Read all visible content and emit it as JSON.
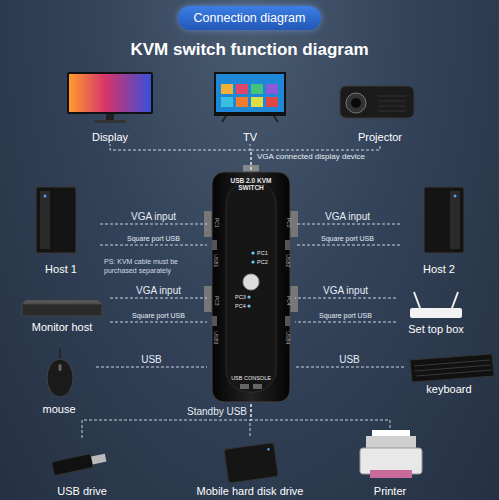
{
  "diagram": {
    "title": "KVM switch function diagram",
    "nodes": [
      {
        "text": [
          "Connection diagram"
        ]
      },
      {
        "text": [
          "Display"
        ]
      },
      {
        "text": [
          "TV"
        ]
      },
      {
        "text": [
          "Projector"
        ]
      },
      {
        "text": [
          "USB 2.0 KVM SWITCH",
          "PC1",
          "PC2",
          "PC3",
          "PC4",
          "USB CONSOLE",
          "PC1",
          "USB1",
          "PC3",
          "USB3",
          "PC2",
          "USB2",
          "PC4",
          "USB4"
        ]
      },
      {
        "text": [
          "Host 1"
        ]
      },
      {
        "text": [
          "Host 2"
        ]
      },
      {
        "text": [
          "Monitor host"
        ]
      },
      {
        "text": [
          "Set top box"
        ]
      },
      {
        "text": [
          "mouse"
        ]
      },
      {
        "text": [
          "keyboard"
        ]
      },
      {
        "text": [
          "USB drive"
        ]
      },
      {
        "text": [
          "Mobile hard disk drive"
        ]
      },
      {
        "text": [
          "Printer"
        ]
      }
    ],
    "edges": [
      {
        "from": 4,
        "to": 1,
        "arrow": "none"
      },
      {
        "from": 4,
        "to": 2,
        "label": "VGA connected display device",
        "arrow": "none"
      },
      {
        "from": 4,
        "to": 3,
        "arrow": "none"
      },
      {
        "from": 5,
        "to": 4,
        "label": "VGA input",
        "arrow": "none"
      },
      {
        "from": 5,
        "to": 4,
        "label": "Square port USB",
        "arrow": "none"
      },
      {
        "from": 6,
        "to": 4,
        "label": "VGA input",
        "arrow": "none"
      },
      {
        "from": 6,
        "to": 4,
        "label": "Square port USB",
        "arrow": "none"
      },
      {
        "from": 7,
        "to": 4,
        "label": "VGA input",
        "arrow": "none"
      },
      {
        "from": 7,
        "to": 4,
        "label": "Square port USB",
        "arrow": "none"
      },
      {
        "from": 8,
        "to": 4,
        "label": "VGA input",
        "arrow": "none"
      },
      {
        "from": 8,
        "to": 4,
        "label": "Square port USB",
        "arrow": "none"
      },
      {
        "from": 9,
        "to": 4,
        "label": "USB",
        "arrow": "none"
      },
      {
        "from": 10,
        "to": 4,
        "label": "USB",
        "arrow": "none"
      },
      {
        "from": 4,
        "to": 11,
        "arrow": "none"
      },
      {
        "from": 4,
        "to": 12,
        "label": "Standby USB",
        "arrow": "none"
      },
      {
        "from": 4,
        "to": 13,
        "arrow": "none"
      }
    ],
    "labels": [
      "PS: KVM cable must be purchased separately"
    ]
  }
}
